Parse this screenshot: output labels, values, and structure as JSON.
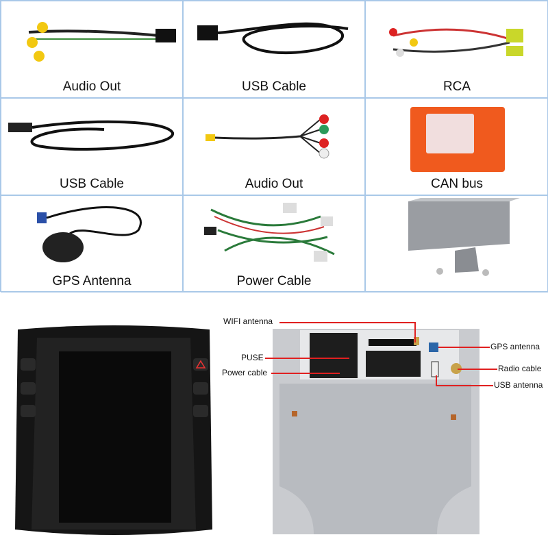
{
  "accessories": [
    {
      "label": "Audio Out"
    },
    {
      "label": "USB Cable"
    },
    {
      "label": "RCA"
    },
    {
      "label": "USB Cable"
    },
    {
      "label": "Audio Out"
    },
    {
      "label": "CAN bus"
    },
    {
      "label": "GPS Antenna"
    },
    {
      "label": "Power Cable"
    },
    {
      "label": ""
    }
  ],
  "ports": {
    "wifi": "WIFI antenna",
    "puse": "PUSE",
    "power": "Power cable",
    "gps": "GPS antenna",
    "radio": "Radio cable",
    "usb": "USB antenna"
  },
  "colors": {
    "border": "#a9c8e8",
    "leader": "#e02020",
    "canbus": "#f05a1e"
  }
}
